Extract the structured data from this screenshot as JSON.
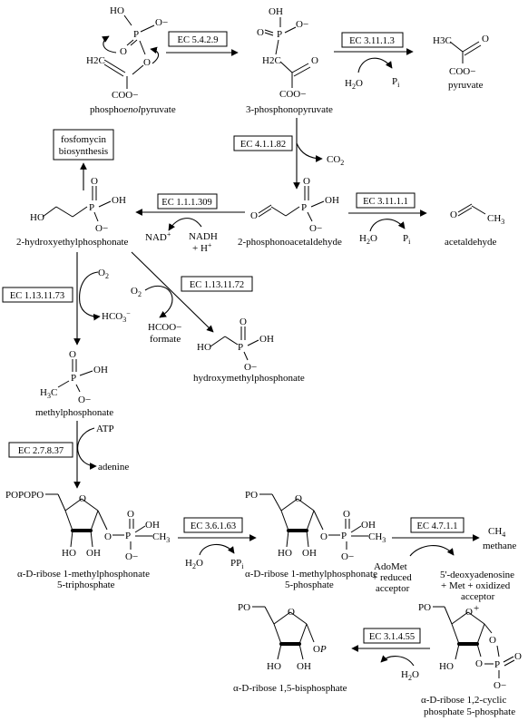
{
  "compounds": {
    "pep": "phosphoenolpyruvate",
    "pep_parts": [
      "phospho",
      "enol",
      "pyruvate"
    ],
    "phosphonopyruvate": "3-phosphonopyruvate",
    "pyruvate": "pyruvate",
    "fosfomycin": [
      "fosfomycin",
      "biosynthesis"
    ],
    "hydroxyethylphosphonate": "2-hydroxyethylphosphonate",
    "phosphonoacetaldehyde": "2-phosphonoacetaldehyde",
    "acetaldehyde": "acetaldehyde",
    "formate": "formate",
    "hydroxymethylphosphonate": "hydroxymethylphosphonate",
    "methylphosphonate": "methylphosphonate",
    "ribose_triphosphate": [
      "α-D-ribose 1-methylphosphonate",
      "5-triphosphate"
    ],
    "ribose_phosphate": [
      "α-D-ribose 1-methylphosphonate",
      "5-phosphate"
    ],
    "methane": "methane",
    "deoxyadenosine": [
      "5'-deoxyadenosine",
      "+ Met + oxidized",
      "acceptor",
      "+"
    ],
    "adomet": [
      "AdoMet",
      "+ reduced",
      "acceptor"
    ],
    "cyclic": [
      "α-D-ribose 1,2-cyclic",
      "phosphate 5-phosphate"
    ],
    "bisphosphate": "α-D-ribose 1,5-bisphosphate"
  },
  "enzymes": {
    "e1": "EC 5.4.2.9",
    "e2": "EC 3.11.1.3",
    "e3": "EC 4.1.1.82",
    "e4": "EC 1.1.1.309",
    "e5": "EC 3.11.1.1",
    "e6": "EC 1.13.11.73",
    "e7": "EC 1.13.11.72",
    "e8": "EC 2.7.8.37",
    "e9": "EC 3.6.1.63",
    "e10": "EC 4.7.1.1",
    "e11": "EC 3.1.4.55"
  },
  "cosubstrates": {
    "water": "H2O",
    "pi": "Pi",
    "ppi": "PPi",
    "co2": "CO2",
    "nad": "NAD+",
    "nadh": [
      "NADH",
      "+ H+"
    ],
    "o2": "O2",
    "hco3": "HCO3−",
    "hcoo": "HCOO−",
    "atp": "ATP",
    "adenine": "adenine",
    "ch4": "CH4"
  },
  "atoms": {
    "HO": "HO",
    "OH": "OH",
    "P": "P",
    "O": "O",
    "Ominus": "O−",
    "H2C": "H2C",
    "H3C": "H3C",
    "CH3": "CH3",
    "COOminus": "COO−",
    "PO": "PO",
    "POPOPO": "POPOPO",
    "OP": "OP"
  }
}
